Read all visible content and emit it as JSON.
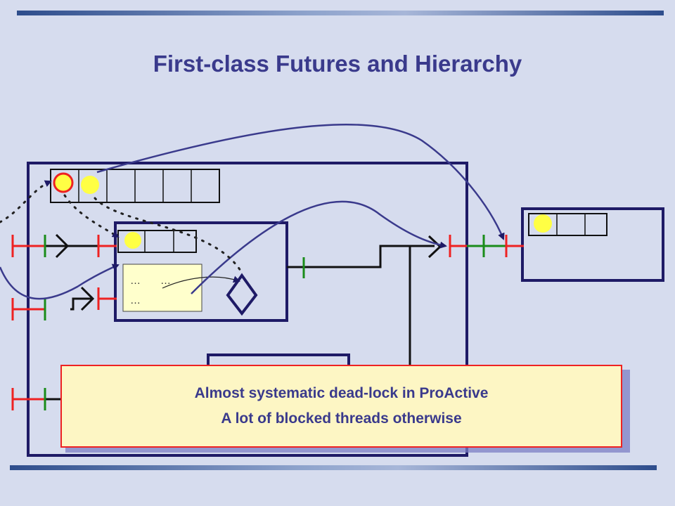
{
  "slide": {
    "title": "First-class Futures and Hierarchy"
  },
  "request_text": {
    "line1_a": "…",
    "line1_b": "…",
    "line2": "…"
  },
  "callout": {
    "line1": "Almost systematic dead-lock in ProActive",
    "line2": "A lot of blocked threads otherwise"
  },
  "colors": {
    "background": "#d6dcee",
    "title": "#3a3a8c",
    "box_border": "#1e1a66",
    "future": "#ffff44",
    "future_outline": "#ee2222",
    "arrow": "#3a3a8c",
    "red_interface": "#ee2222",
    "green_interface": "#1a8c1a",
    "request_box": "#ffffcc",
    "callout_background": "#fdf6c4",
    "callout_border": "#ee2222"
  }
}
